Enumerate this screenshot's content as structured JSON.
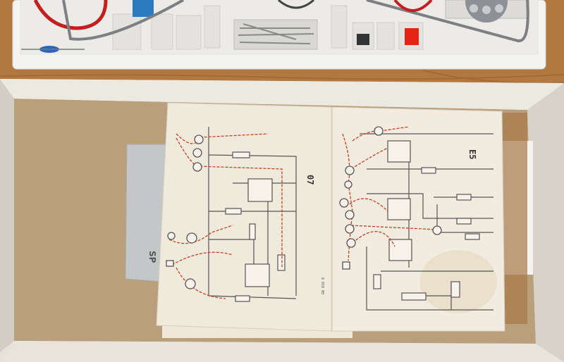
{
  "photo": {
    "sheet_left_label": "07",
    "sheet_right_label": "E5",
    "gray_sheet_label": "SP",
    "footer_code": "GN 818 0"
  },
  "colors": {
    "wood": "#b5773e",
    "tray": "#f2f2f0",
    "cardboard": "#b9a07e",
    "box_rim": "#e3dfd6",
    "sheet": "#f1ebdd",
    "wire_red": "#c8401f",
    "wire_dark": "#555555",
    "gray_card": "#c3c6c7"
  }
}
